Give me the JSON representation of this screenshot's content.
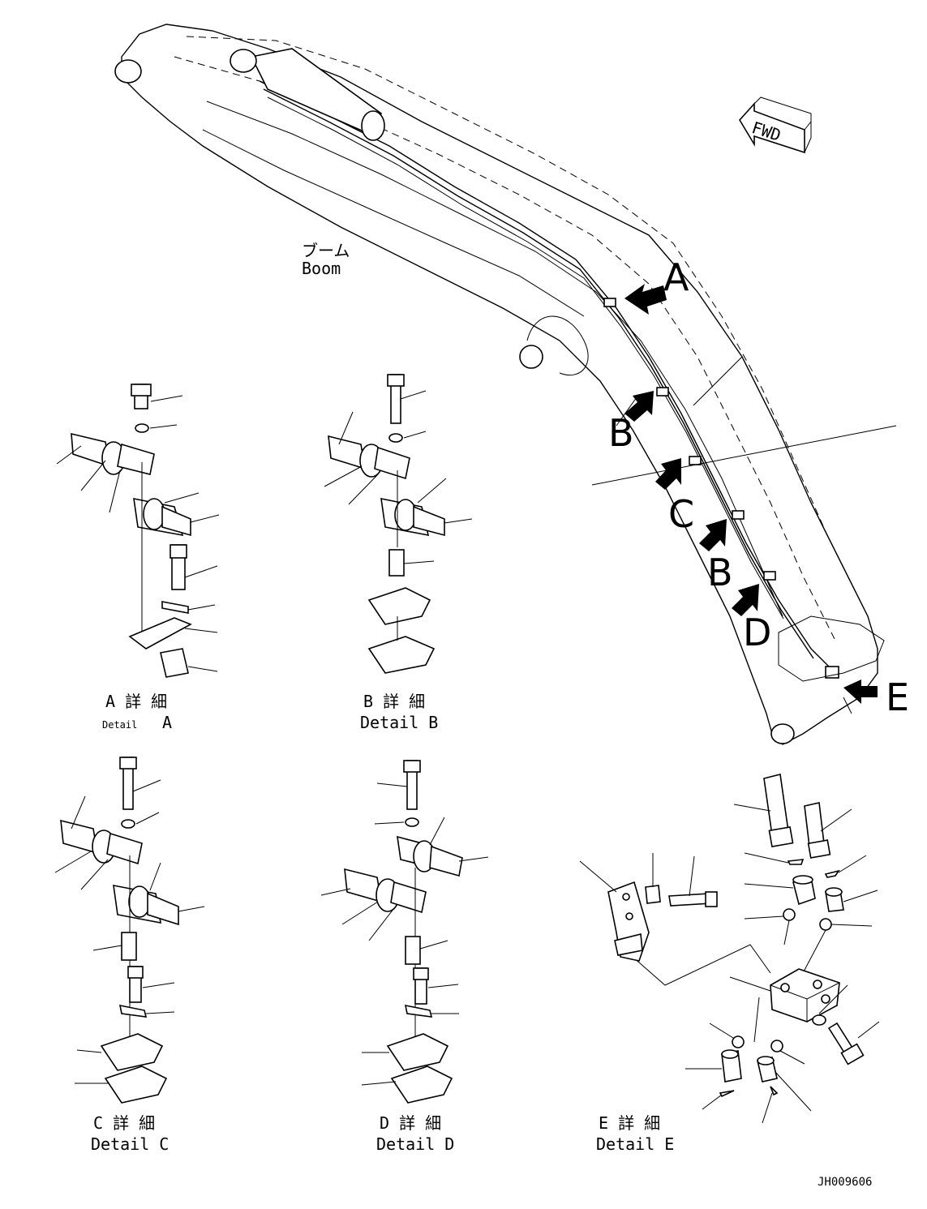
{
  "boom": {
    "label_jp": "ブーム",
    "label_en": "Boom"
  },
  "fwd": {
    "label": "FWD"
  },
  "callouts": [
    "A",
    "B",
    "C",
    "B",
    "D",
    "E"
  ],
  "details": {
    "a": {
      "jp": "A 詳 細",
      "en": "Detail",
      "letter": "A"
    },
    "b": {
      "jp": "B 詳 細",
      "en": "Detail B"
    },
    "c": {
      "jp": "C 詳 細",
      "en": "Detail C"
    },
    "d": {
      "jp": "D 詳 細",
      "en": "Detail D"
    },
    "e": {
      "jp": "E 詳 細",
      "en": "Detail E"
    }
  },
  "drawing_number": "JH009606"
}
